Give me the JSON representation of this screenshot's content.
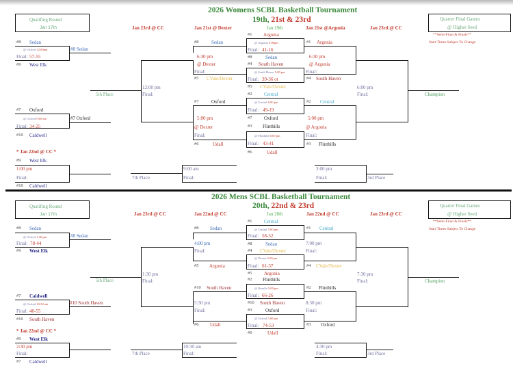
{
  "women": {
    "title": "2026 Womens SCBL Basketball Tournament",
    "subtitle_green": "19th, ",
    "subtitle_red": "21st & 23rd",
    "qualifying_box": {
      "line1": "Qualifing Round",
      "line2": "Jan 17th"
    },
    "quarter_box": {
      "line1": "Quarter Final Games",
      "line2": "@ Higher Seed"
    },
    "note1": "**Semi-Final & Finals**",
    "note2": "Start Times Subject To Change",
    "headers": {
      "col1": "Jan 23rd @ CC",
      "col2": "Jan 21st @ Dexter",
      "col3": "Jan 19th",
      "col4": "Jan 21st @Argonia",
      "col5": "Jan 23rd @ CC"
    },
    "qual1": {
      "top_seed": "#8",
      "top_team": "Sedan",
      "info_at": "@",
      "info_loc": "Oxford",
      "info_time": "12:00pm",
      "final": "Final:",
      "score": "57-55",
      "bot_seed": "#9",
      "bot_team": "West Elk",
      "winner": "#8 Sedan"
    },
    "qual2": {
      "top_seed": "#7",
      "top_team": "Oxford",
      "info_at": "@",
      "info_loc": "Oxford",
      "info_time": "9:00 am",
      "final": "Final:",
      "score": "34-25",
      "bot_seed": "#10",
      "bot_team": "Caldwell",
      "winner": "#7 Oxford"
    },
    "cons": {
      "date": "* Jan 22nd @ CC *",
      "top_seed": "#9",
      "top_team": "West Elk",
      "time": "1:00 pm",
      "final": "Final:",
      "bot_seed": "#10",
      "bot_team": "Caldwell"
    },
    "fifth": {
      "label": "5th Place",
      "time": "12:00 pm",
      "final": "Final:"
    },
    "seventh": {
      "label": "7th Place",
      "time": "9:00 am",
      "final": "Final:"
    },
    "third": {
      "label": "3rd Place",
      "time": "3:00 pm",
      "final": "Final:"
    },
    "champ": {
      "label": "Champion",
      "time": "6:00 pm",
      "final": "Final:"
    },
    "cons_semi1": {
      "top_seed": "#8",
      "top_team": "Sedan",
      "time": "6:30 pm",
      "at": "@ Dexter",
      "final": "Final:",
      "bot_seed": "#5",
      "bot_team": "CVale/Dexter"
    },
    "cons_semi2": {
      "top_seed": "#7",
      "top_team": "Oxford",
      "time": "5:00 pm",
      "at": "@ Dexter",
      "final": "Final:",
      "bot_seed": "#6",
      "bot_team": "Udall"
    },
    "qf": [
      {
        "top_seed": "#1",
        "top_team": "Argonia",
        "info_at": "@",
        "info_loc": "Argonia",
        "info_time": "5:00pm",
        "final": "Final:",
        "score": "41-16",
        "bot_seed": "#8",
        "bot_team": "Sedan"
      },
      {
        "top_seed": "#4",
        "top_team": "South Haven",
        "info_at": "@",
        "info_loc": "South Haven",
        "info_time": "5:00 pm",
        "final": "Final:",
        "score": "39-36 ot",
        "bot_seed": "#5",
        "bot_team": "CVale/Dexter"
      },
      {
        "top_seed": "#2",
        "top_team": "Central",
        "info_at": "@",
        "info_loc": "Central",
        "info_time": "6:00 pm",
        "final": "Final:",
        "score": "49-19",
        "bot_seed": "#7",
        "bot_team": "Oxford"
      },
      {
        "top_seed": "#3",
        "top_team": "Flinthills",
        "info_at": "@",
        "info_loc": "Flinthills",
        "info_time": "6:00 pm",
        "final": "Final:",
        "score": "43-41",
        "bot_seed": "#6",
        "bot_team": "Udall"
      }
    ],
    "semi1": {
      "top_seed": "#1",
      "top_team": "Argonia",
      "time": "6:30 pm",
      "at": "@ Argonia",
      "final": "Final:",
      "bot_seed": "#4",
      "bot_team": "South Haven"
    },
    "semi2": {
      "top_seed": "#2",
      "top_team": "Central",
      "time": "5:00 pm",
      "at": "@ Argonia",
      "final": "Final:",
      "bot_seed": "#3",
      "bot_team": "Flinthills"
    }
  },
  "men": {
    "title": "2026 Mens SCBL Basketball Tournament",
    "subtitle_green": "20th, ",
    "subtitle_red": "22nd & 23rd",
    "qualifying_box": {
      "line1": "Qualifing Round",
      "line2": "Jan 17th"
    },
    "quarter_box": {
      "line1": "Quarter Final Games",
      "line2": "@ Higher Seed"
    },
    "note1": "**Semi-Final & Finals**",
    "note2": "Start Times Subject To Change",
    "headers": {
      "col1": "Jan 23rd @ CC",
      "col2": "Jan 22nd @ CC",
      "col3": "Jan 20th",
      "col4": "Jan 22nd @ CC",
      "col5": "Jan 23rd @ CC"
    },
    "qual1": {
      "top_seed": "#8",
      "top_team": "Sedan",
      "info_at": "@",
      "info_loc": "Oxford",
      "info_time": "1:30 pm",
      "final": "Final:",
      "score": "78-44",
      "bot_seed": "#9",
      "bot_team": "West Elk",
      "winner": "#8 Sedan"
    },
    "qual2": {
      "top_seed": "#7",
      "top_team": "Caldwell",
      "info_at": "@",
      "info_loc": "Oxford",
      "info_time": "10:30 am",
      "final": "Final:",
      "score": "40-55",
      "bot_seed": "#10",
      "bot_team": "South Haven",
      "winner": "#10 South Haven"
    },
    "cons": {
      "date": "* Jan 22nd @ CC *",
      "top_seed": "#9",
      "top_team": "West Elk",
      "time": "2:30 pm",
      "final": "Final:",
      "bot_seed": "#7",
      "bot_team": "Caldwell"
    },
    "fifth": {
      "label": "5th Place",
      "time": "1:30 pm",
      "final": "Final:"
    },
    "seventh": {
      "label": "7th Place",
      "time": "10:30 am",
      "final": "Final:"
    },
    "third": {
      "label": "3rd Place",
      "time": "4:30 pm",
      "final": "Final:"
    },
    "champ": {
      "label": "Champion",
      "time": "7:30 pm",
      "final": "Final:"
    },
    "cons_semi1": {
      "top_seed": "#8",
      "top_team": "Sedan",
      "time": "4:00 pm",
      "at": "",
      "final": "Final:",
      "bot_seed": "#5",
      "bot_team": "Argonia"
    },
    "cons_semi2": {
      "top_seed": "#10",
      "top_team": "South Haven",
      "time": "5:30 pm",
      "at": "",
      "final": "Final:",
      "bot_seed": "#6",
      "bot_team": "Udall"
    },
    "qf": [
      {
        "top_seed": "#1",
        "top_team": "Central",
        "info_at": "@",
        "info_loc": "Central",
        "info_time": "5:00 pm",
        "final": "Final:",
        "score": "58-52",
        "bot_seed": "#8",
        "bot_team": "Sedan"
      },
      {
        "top_seed": "#4",
        "top_team": "CVale/Dexter",
        "info_at": "@",
        "info_loc": "Dexter",
        "info_time": "5:00 pm",
        "final": "Final:",
        "score": "61-37",
        "bot_seed": "#5",
        "bot_team": "Argonia"
      },
      {
        "top_seed": "#2",
        "top_team": "Flinthills",
        "info_at": "@",
        "info_loc": "Rosalia",
        "info_time": "5:00 pm",
        "final": "Final:",
        "score": "66-26",
        "bot_seed": "#10",
        "bot_team": "South Haven"
      },
      {
        "top_seed": "#3",
        "top_team": "Oxford",
        "info_at": "@",
        "info_loc": "Oxford",
        "info_time": "5:00 pm",
        "final": "Final:",
        "score": "74-53",
        "bot_seed": "#6",
        "bot_team": "Udall"
      }
    ],
    "semi1": {
      "top_seed": "#1",
      "top_team": "Central",
      "time": "7:00 pm",
      "at": "",
      "final": "Final:",
      "bot_seed": "#4",
      "bot_team": "CVale/Dexter"
    },
    "semi2": {
      "top_seed": "#2",
      "top_team": "Flinthills",
      "time": "8:30 pm",
      "at": "",
      "final": "Final:",
      "bot_seed": "#3",
      "bot_team": "Oxford"
    }
  }
}
